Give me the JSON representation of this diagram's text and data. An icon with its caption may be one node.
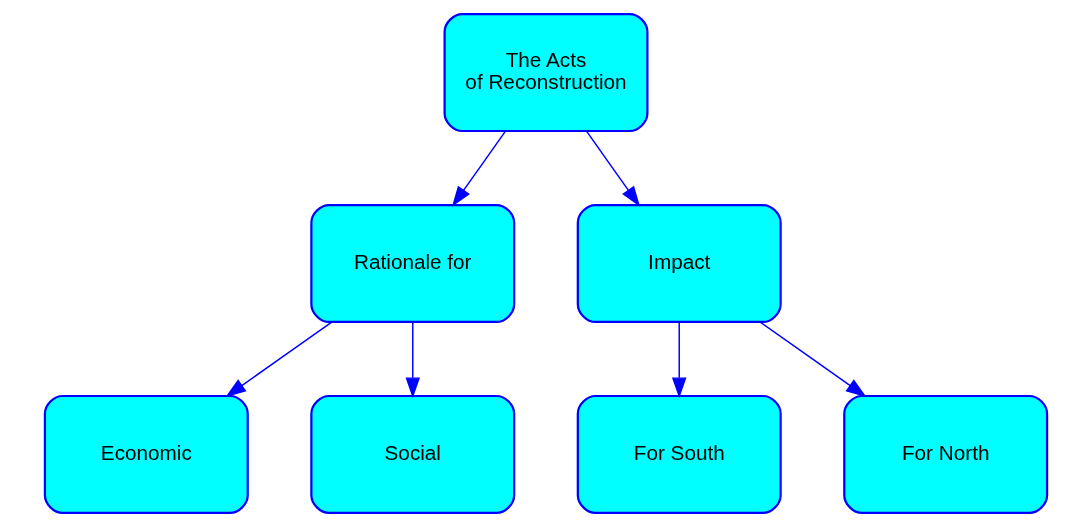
{
  "diagram": {
    "nodes": [
      {
        "text": [
          "The Acts of Reconstruction"
        ]
      },
      {
        "text": [
          "Rationale for"
        ]
      },
      {
        "text": [
          "Impact"
        ]
      },
      {
        "text": [
          "Economic"
        ]
      },
      {
        "text": [
          "Social"
        ]
      },
      {
        "text": [
          "For South"
        ]
      },
      {
        "text": [
          "For North"
        ]
      }
    ],
    "edges": [
      {
        "from": 0,
        "to": 1,
        "arrow": "to"
      },
      {
        "from": 0,
        "to": 2,
        "arrow": "to"
      },
      {
        "from": 1,
        "to": 3,
        "arrow": "to"
      },
      {
        "from": 1,
        "to": 4,
        "arrow": "to"
      },
      {
        "from": 2,
        "to": 5,
        "arrow": "to"
      },
      {
        "from": 2,
        "to": 6,
        "arrow": "to"
      }
    ]
  }
}
